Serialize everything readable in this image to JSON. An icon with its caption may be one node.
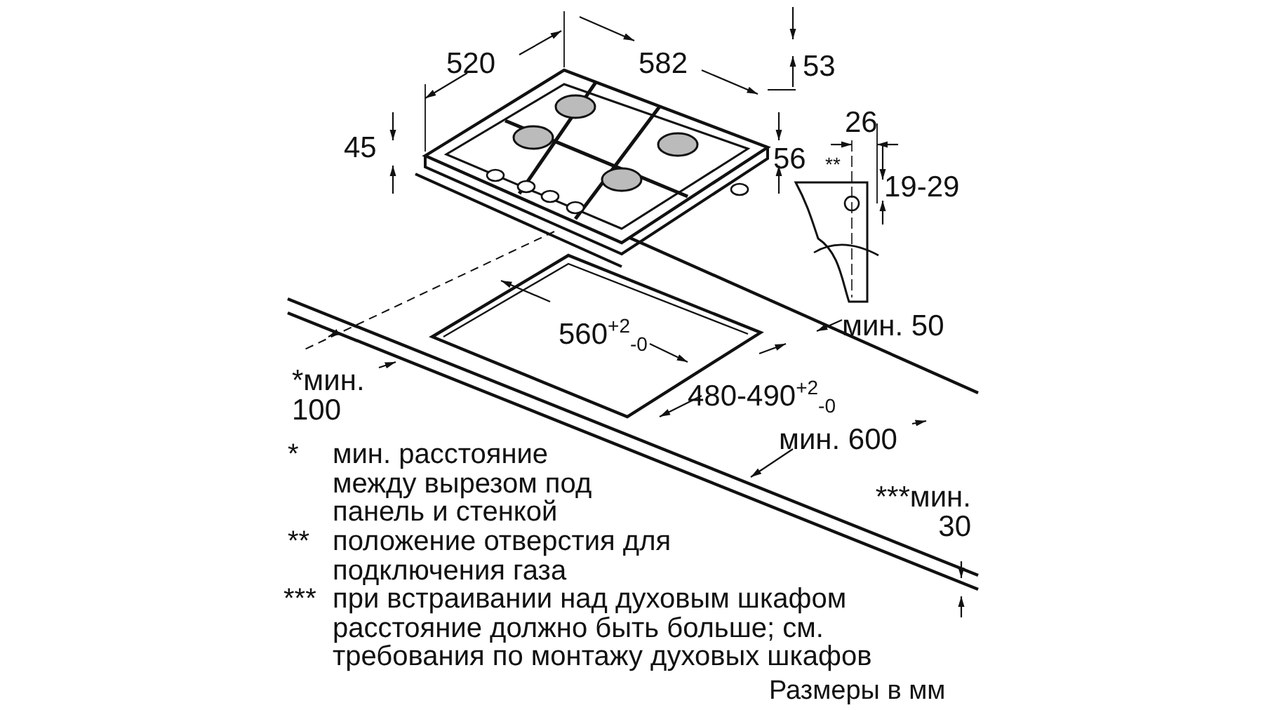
{
  "diagram": {
    "labels": [
      "520",
      "582",
      "53",
      "45",
      "26",
      "56",
      "**",
      "19-29",
      "560$^{+2}$$_{-0}$",
      "мин. 50",
      "*мин. 100",
      "480-490$^{+2}$$_{-0}$",
      "мин. 600",
      "***мин. 30",
      "*",
      "мин. расстояние между вырезом под панель и стенкой",
      "**",
      "положение отверстия для подключения газа",
      "***",
      "при встраивании над духовым шкафом расстояние должно быть больше; см. требования по монтажу духовых шкафов",
      "Размеры в мм"
    ]
  }
}
